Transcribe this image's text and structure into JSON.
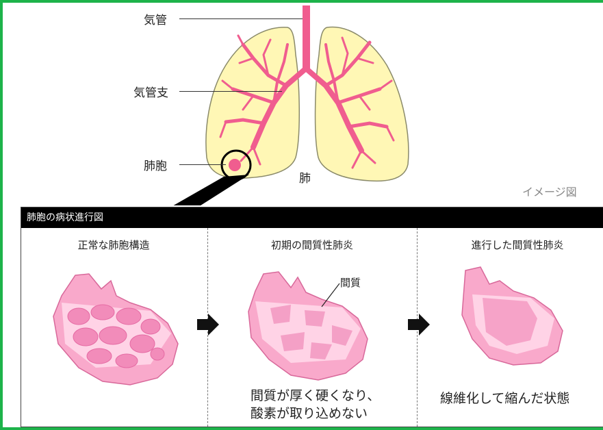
{
  "diagram": {
    "labels": {
      "trachea": "気管",
      "bronchi": "気管支",
      "alveoli": "肺胞",
      "lung": "肺",
      "image_note": "イメージ図"
    },
    "panel": {
      "title": "肺胞の病状進行図",
      "stages": [
        {
          "title": "正常な肺胞構造",
          "description": ""
        },
        {
          "title": "初期の間質性肺炎",
          "callout": "間質",
          "description_line1": "間質が厚く硬くなり、",
          "description_line2": "酸素が取り込めない"
        },
        {
          "title": "進行した間質性肺炎",
          "description": "線維化して縮んだ状態"
        }
      ]
    },
    "colors": {
      "frame": "#1db34a",
      "lung_fill": "#fff7b5",
      "airway": "#f05d8f",
      "alveolus_light": "#ffd3e6",
      "alveolus_mid": "#f9a9cb",
      "panel_header": "#000000"
    }
  }
}
